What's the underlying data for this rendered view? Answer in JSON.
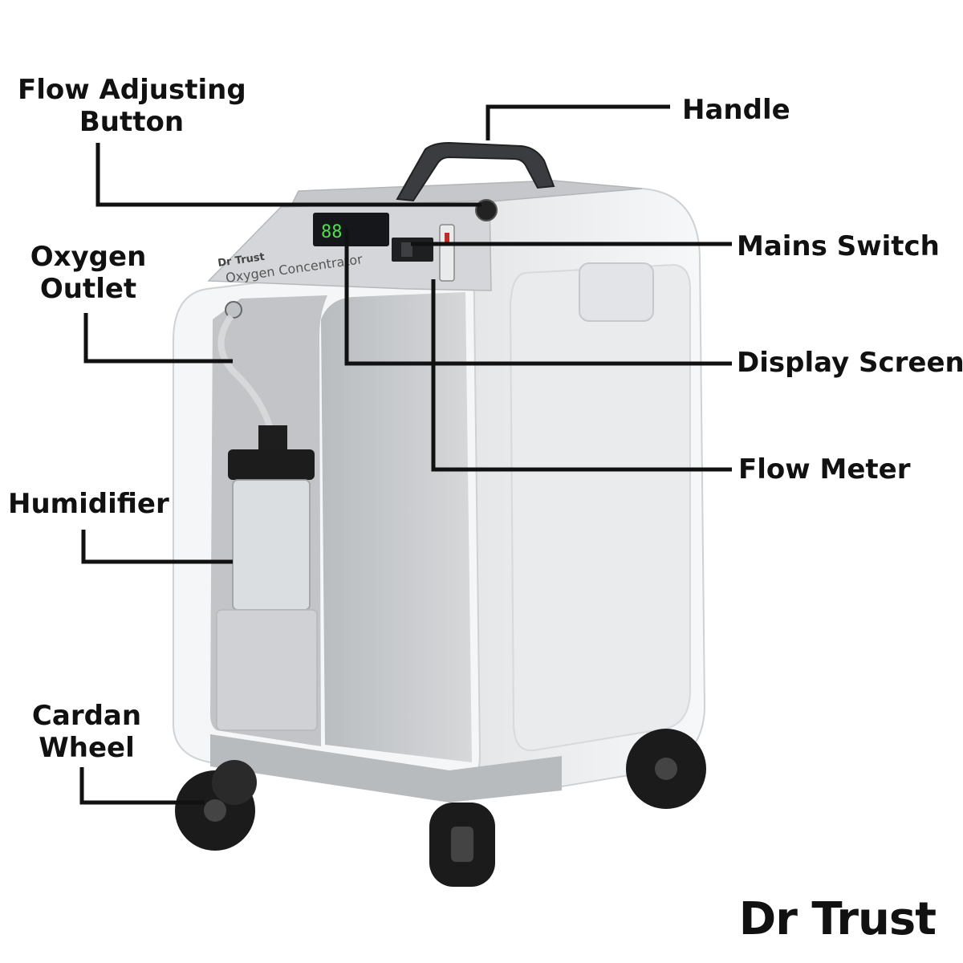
{
  "labels": {
    "flow_adjusting_button": [
      "Flow Adjusting",
      "Button"
    ],
    "handle": "Handle",
    "oxygen_outlet": [
      "Oxygen",
      "Outlet"
    ],
    "mains_switch": "Mains Switch",
    "display_screen": "Display Screen",
    "flow_meter": "Flow Meter",
    "humidifier": "Humidifier",
    "cardan_wheel": [
      "Cardan",
      "Wheel"
    ]
  },
  "device": {
    "brand_badge": "Dr Trust",
    "product_name": "Oxygen Concentrator",
    "display_value": "88"
  },
  "brand_logo": "Dr Trust",
  "colors": {
    "line": "#111111",
    "body_white": "#f2f3f4",
    "body_grey": "#c9cbcd",
    "wheel": "#1b1b1b",
    "display_green": "#4fe04a"
  }
}
